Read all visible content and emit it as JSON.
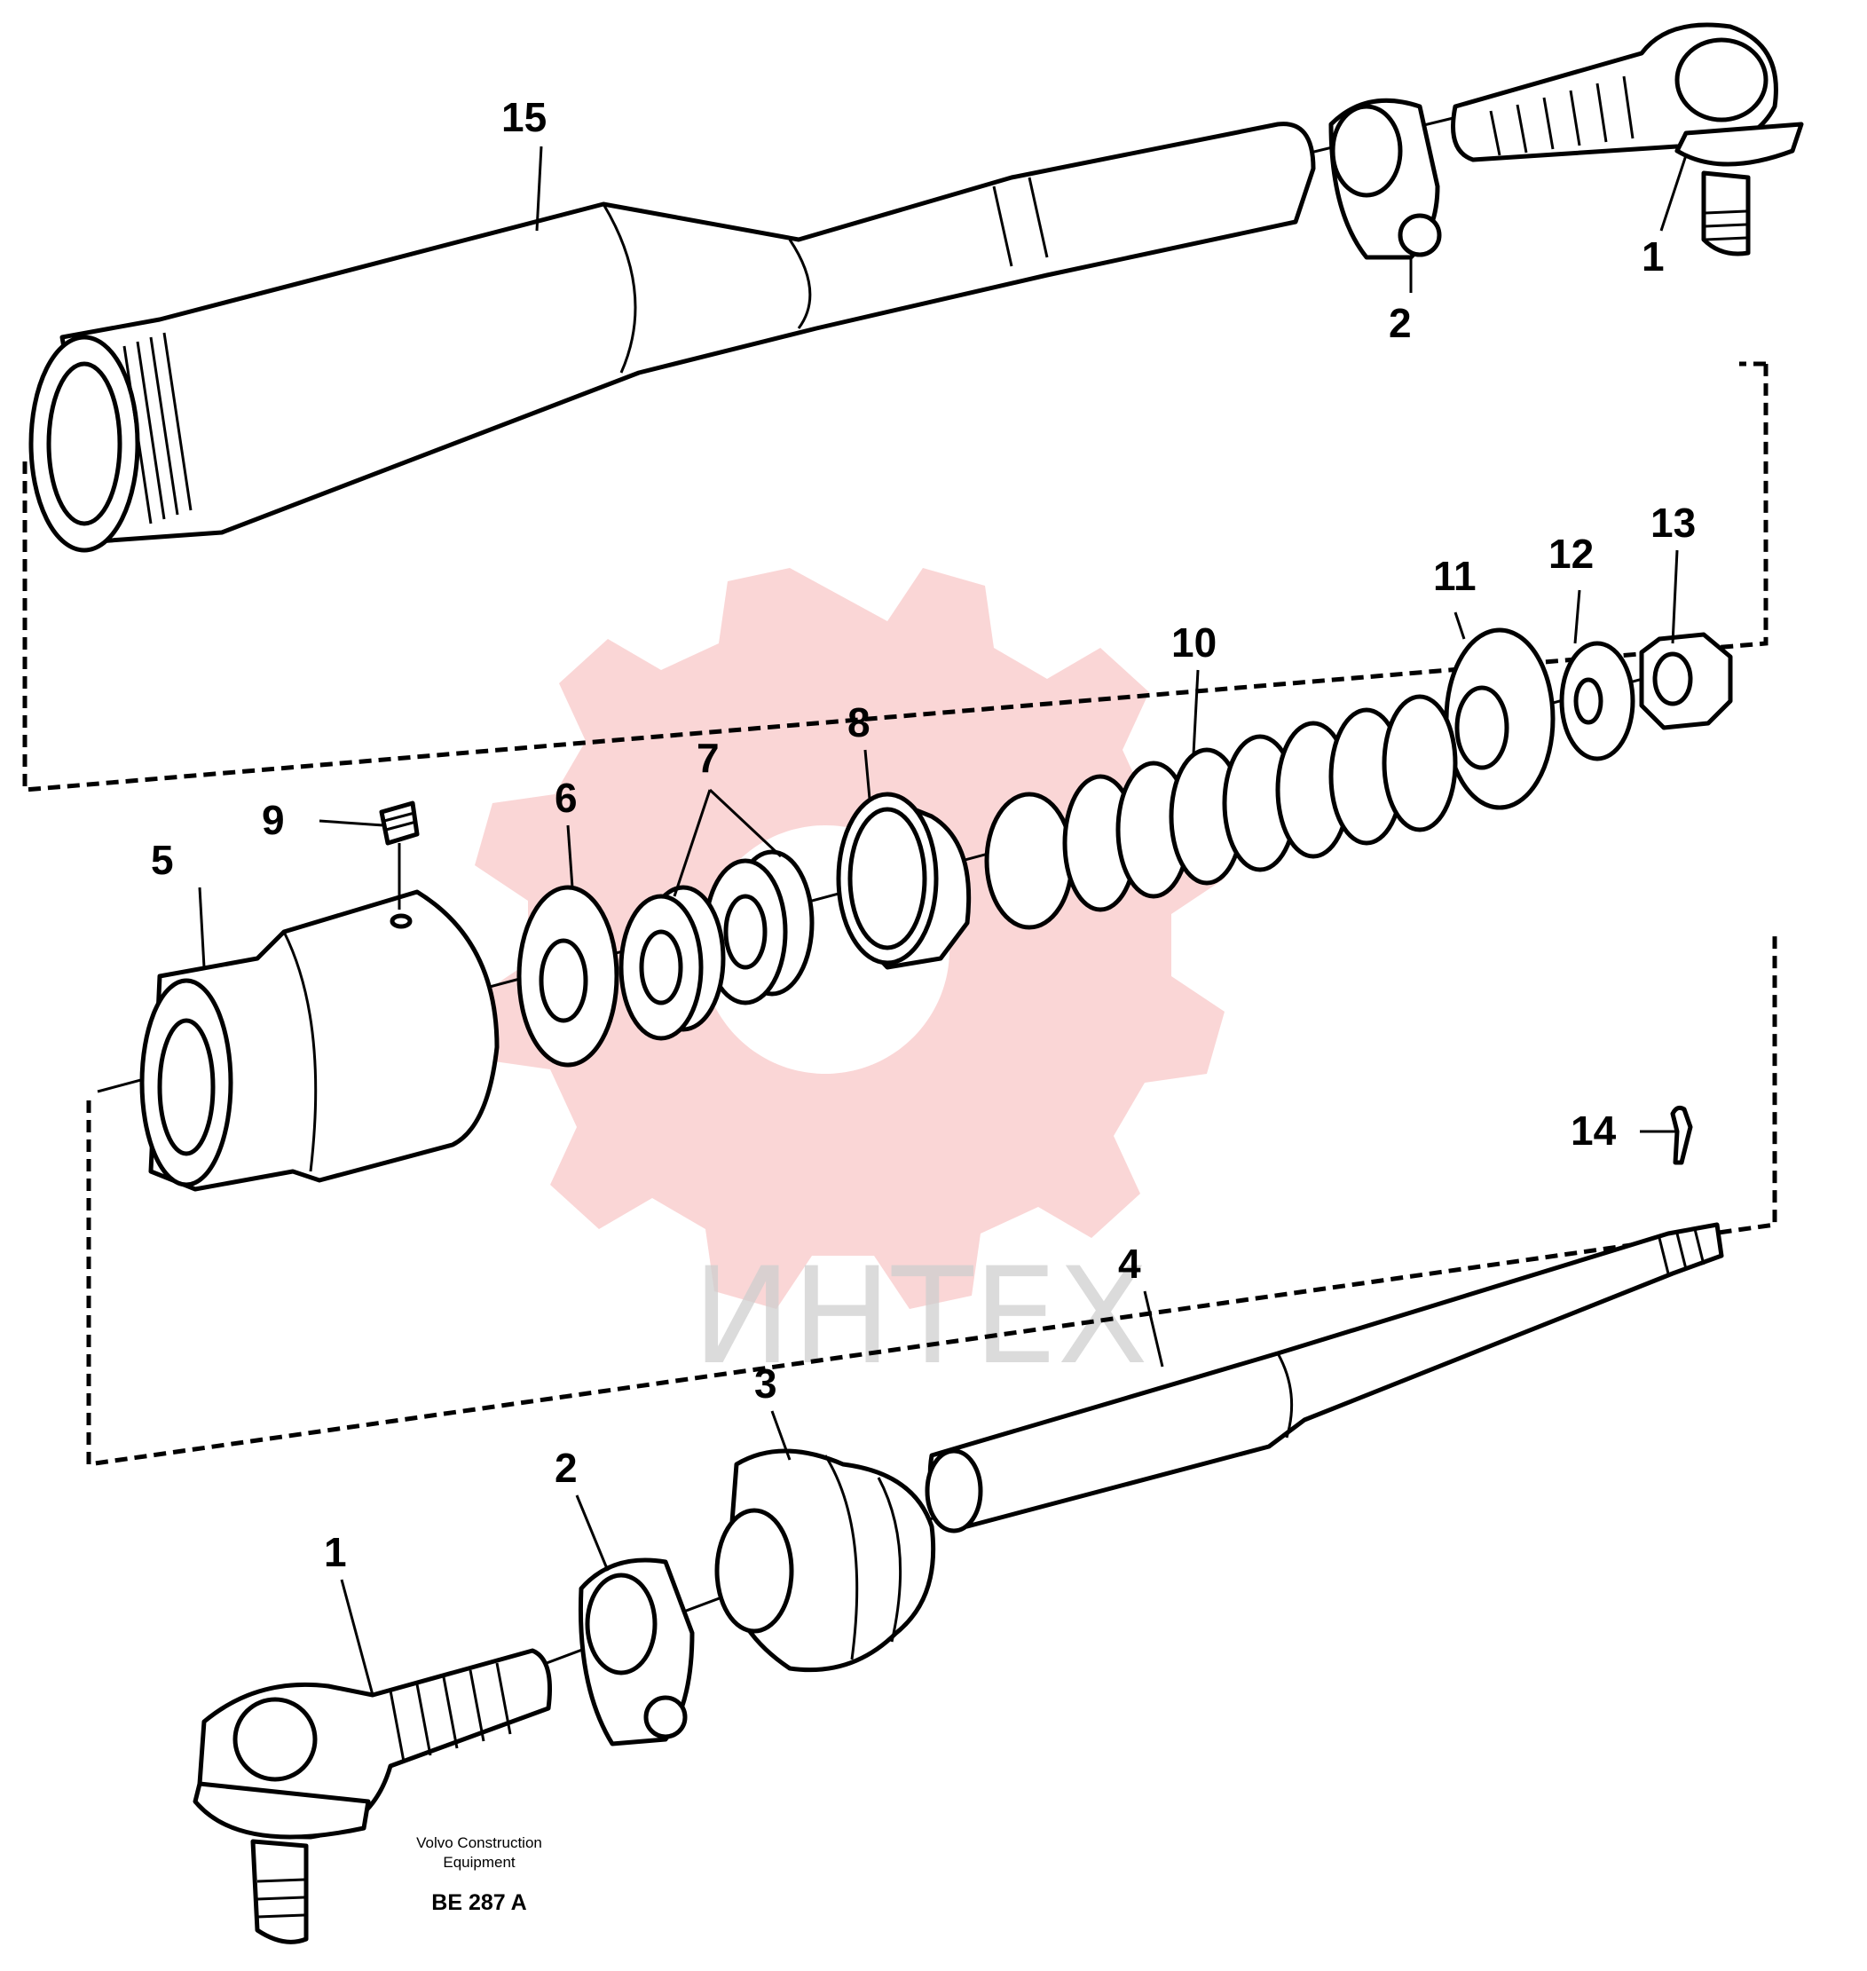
{
  "callouts": {
    "c1_top": "1",
    "c2_top": "2",
    "c15": "15",
    "c13": "13",
    "c12": "12",
    "c11": "11",
    "c10": "10",
    "c9": "9",
    "c8": "8",
    "c7": "7",
    "c6": "6",
    "c5": "5",
    "c14": "14",
    "c4": "4",
    "c3": "3",
    "c2_bottom": "2",
    "c1_bottom": "1"
  },
  "caption": {
    "maker_line1": "Volvo Construction",
    "maker_line2": "Equipment",
    "code": "BE 287 A"
  },
  "watermark": {
    "text": "ИНТЕХ",
    "gear_color": "#f5b5b5"
  },
  "colors": {
    "ink": "#000000",
    "paper": "#ffffff"
  }
}
